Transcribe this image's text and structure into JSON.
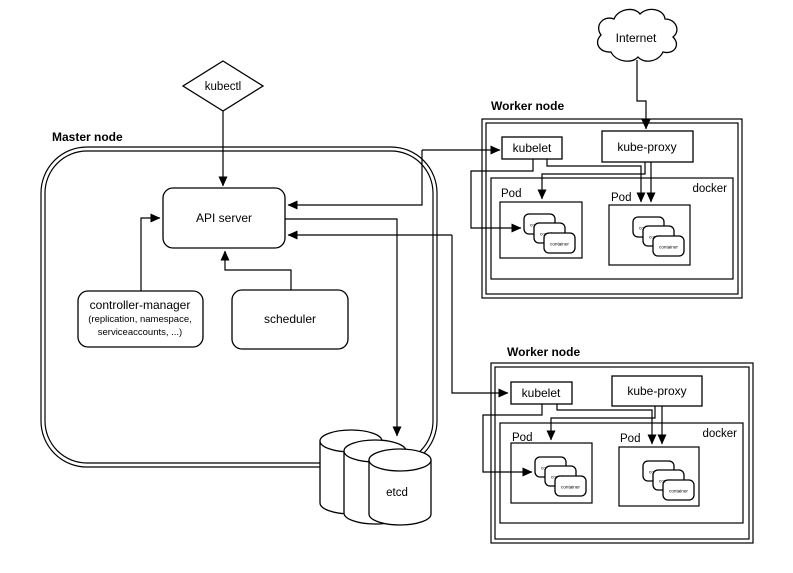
{
  "internet": {
    "label": "Internet"
  },
  "kubectl": {
    "label": "kubectl"
  },
  "master": {
    "label": "Master node",
    "api_server": {
      "label": "API server"
    },
    "controller_manager": {
      "name": "controller-manager",
      "detail1": "(replication, namespace,",
      "detail2": "serviceaccounts, ...)"
    },
    "scheduler": {
      "label": "scheduler"
    },
    "etcd": {
      "label": "etcd"
    }
  },
  "workers": [
    {
      "label": "Worker node",
      "kubelet": "kubelet",
      "kube_proxy": "kube-proxy",
      "docker": "docker",
      "pods": [
        {
          "label": "Pod",
          "containers": [
            "container",
            "container",
            "container"
          ]
        },
        {
          "label": "Pod",
          "containers": [
            "container",
            "container",
            "container"
          ]
        }
      ]
    },
    {
      "label": "Worker node",
      "kubelet": "kubelet",
      "kube_proxy": "kube-proxy",
      "docker": "docker",
      "pods": [
        {
          "label": "Pod",
          "containers": [
            "container",
            "container",
            "container"
          ]
        },
        {
          "label": "Pod",
          "containers": [
            "container",
            "container",
            "container"
          ]
        }
      ]
    }
  ]
}
